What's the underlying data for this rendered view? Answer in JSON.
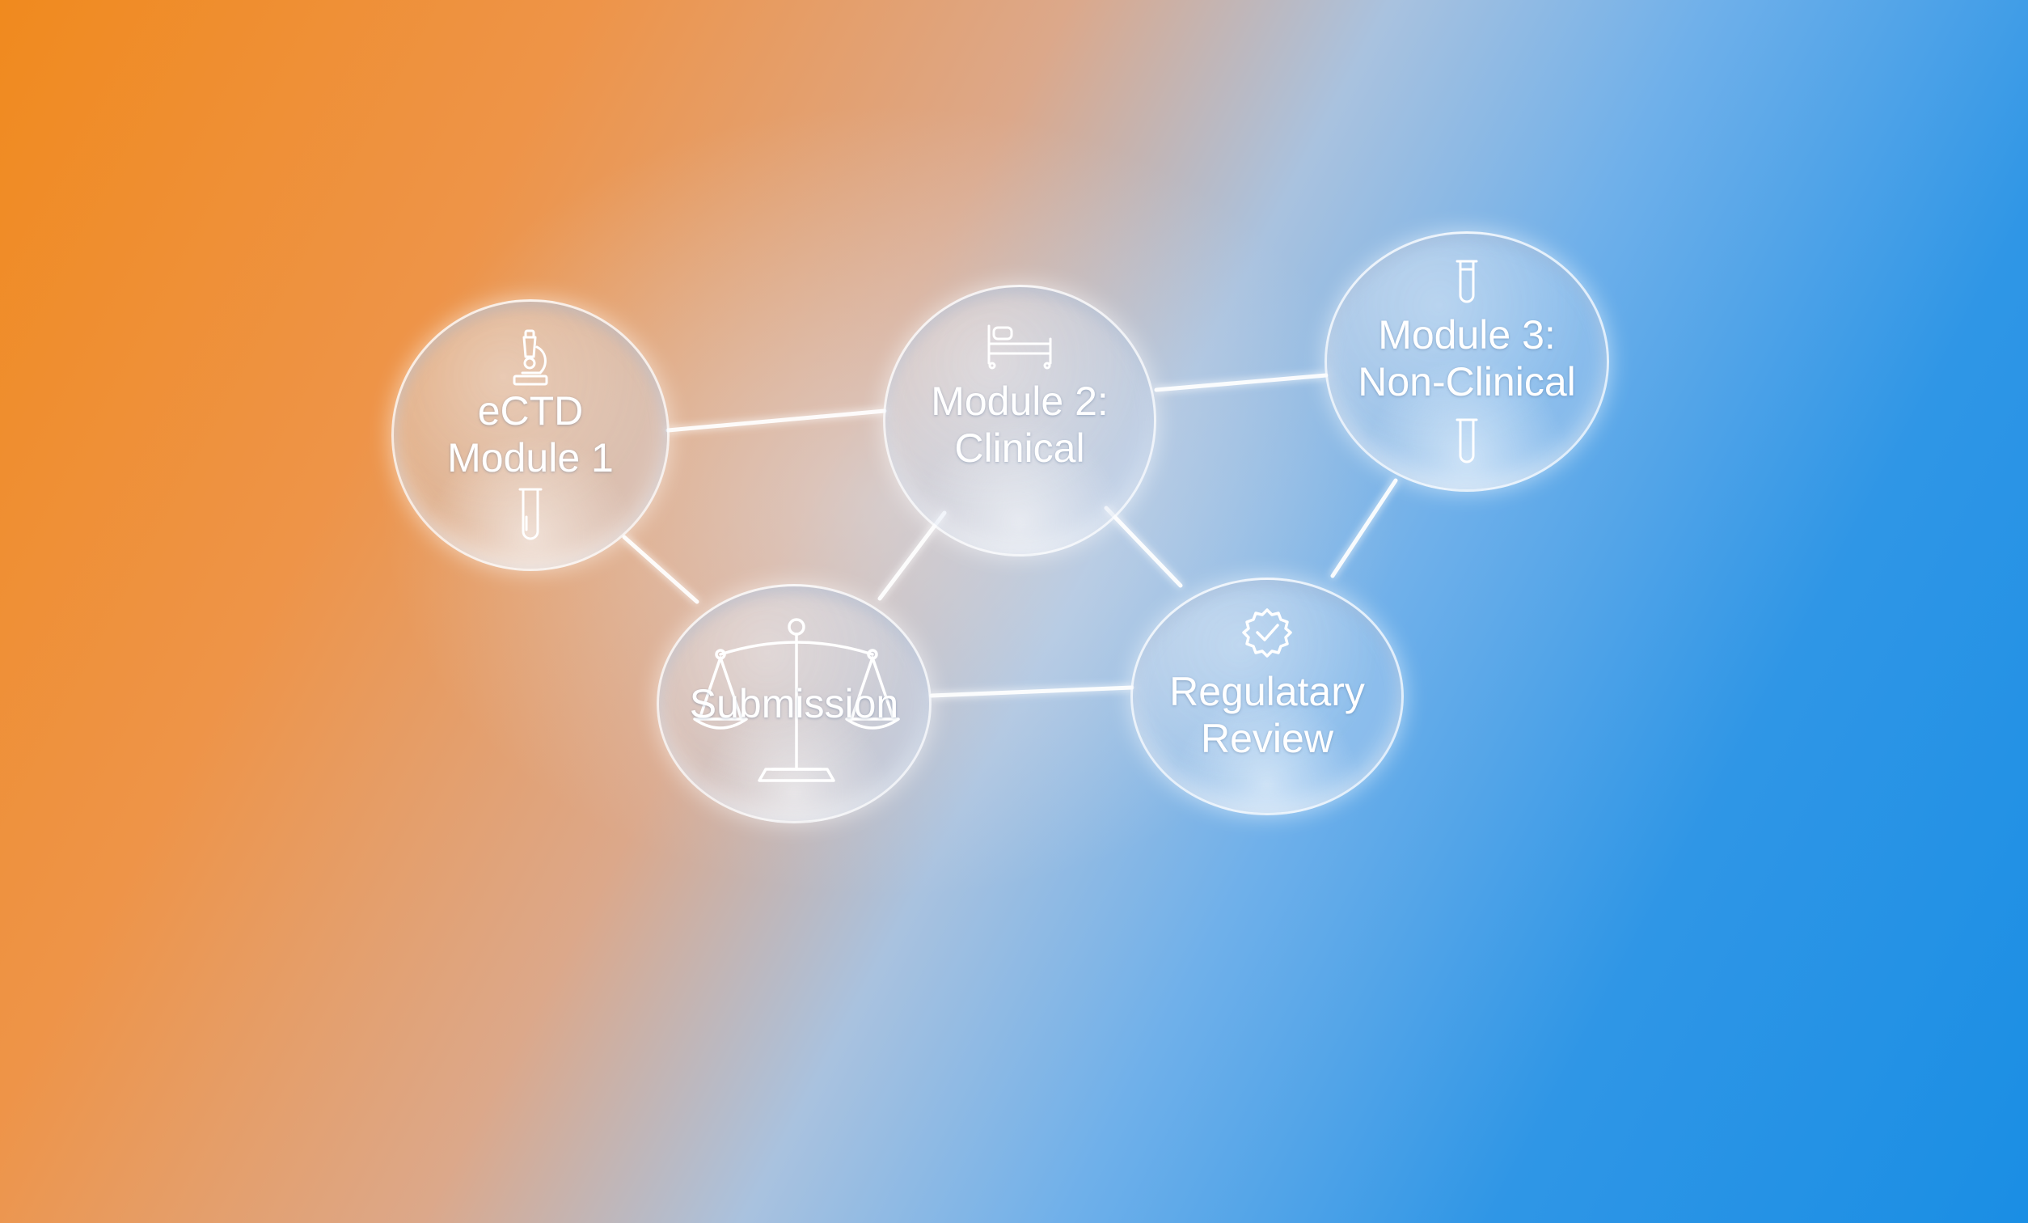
{
  "diagram": {
    "nodes": [
      {
        "id": "ectd",
        "lines": [
          "eCTD",
          "Module 1"
        ],
        "icons": [
          "microscope-icon",
          "test-tube-icon"
        ]
      },
      {
        "id": "module2",
        "lines": [
          "Module 2:",
          "Clinical"
        ],
        "icons": [
          "hospital-bed-icon"
        ]
      },
      {
        "id": "module3",
        "lines": [
          "Module 3:",
          "Non-Clinical"
        ],
        "icons": [
          "test-tube-icon",
          "test-tube-icon"
        ]
      },
      {
        "id": "submission",
        "lines": [
          "Submission"
        ],
        "icons": [
          "balance-scale-icon"
        ]
      },
      {
        "id": "review",
        "lines": [
          "Regulatary",
          "Review"
        ],
        "icons": [
          "checkmark-badge-icon"
        ]
      }
    ],
    "edges": [
      [
        "ectd",
        "module2"
      ],
      [
        "ectd",
        "submission"
      ],
      [
        "module2",
        "module3"
      ],
      [
        "module2",
        "submission"
      ],
      [
        "module2",
        "review"
      ],
      [
        "module3",
        "review"
      ],
      [
        "submission",
        "review"
      ]
    ],
    "colors": {
      "gradient_start": "#f08a1e",
      "gradient_end": "#1a8ee4",
      "link": "#ffffff"
    }
  }
}
